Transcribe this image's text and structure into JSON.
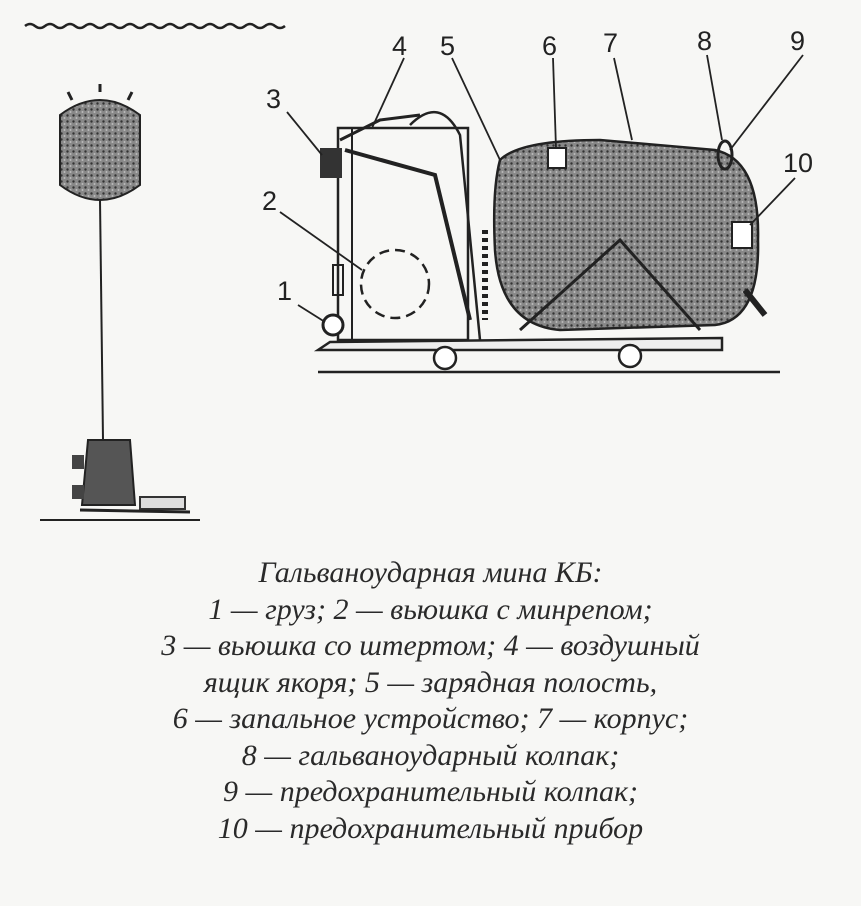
{
  "figure": {
    "labels": [
      "1",
      "2",
      "3",
      "4",
      "5",
      "6",
      "7",
      "8",
      "9",
      "10"
    ]
  },
  "caption": {
    "lines": [
      "Гальваноударная мина КБ:",
      "1 — груз; 2 — вьюшка с минрепом;",
      "3 — вьюшка со штертом; 4 — воздушный",
      "ящик якоря; 5 — зарядная полость,",
      "6 — запальное устройство; 7 — корпус;",
      "8 — гальваноударный колпак;",
      "9 — предохранительный колпак;",
      "10 — предохранительный прибор"
    ]
  }
}
